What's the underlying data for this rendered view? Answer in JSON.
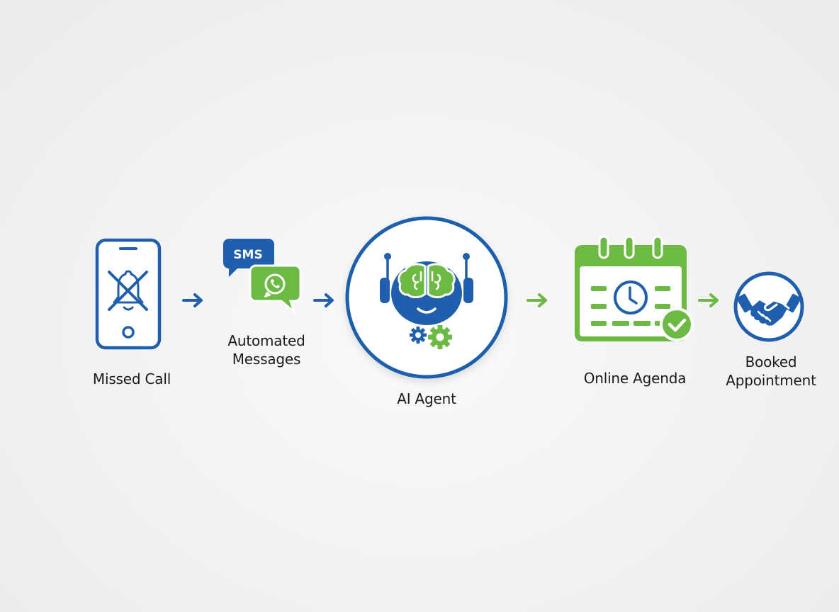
{
  "colors": {
    "blue": "#1f5fad",
    "green": "#6cb944",
    "background": "#f3f3f3",
    "text": "#1a1a1a"
  },
  "flow": {
    "steps": [
      {
        "id": "missed-call",
        "label": "Missed Call",
        "icon": "phone-muted-bell-icon"
      },
      {
        "id": "automated-messages",
        "label_line1": "Automated",
        "label_line2": "Messages",
        "icon": "sms-whatsapp-bubbles-icon",
        "sms_text": "SMS"
      },
      {
        "id": "ai-agent",
        "label": "AI Agent",
        "icon": "robot-brain-gears-icon"
      },
      {
        "id": "online-agenda",
        "label": "Online Agenda",
        "icon": "calendar-clock-check-icon"
      },
      {
        "id": "booked-appointment",
        "label_line1": "Booked",
        "label_line2": "Appointment",
        "icon": "handshake-icon"
      }
    ],
    "arrows": [
      {
        "from": "missed-call",
        "to": "automated-messages",
        "color": "blue"
      },
      {
        "from": "automated-messages",
        "to": "ai-agent",
        "color": "blue"
      },
      {
        "from": "ai-agent",
        "to": "online-agenda",
        "color": "green"
      },
      {
        "from": "online-agenda",
        "to": "booked-appointment",
        "color": "green"
      }
    ]
  }
}
